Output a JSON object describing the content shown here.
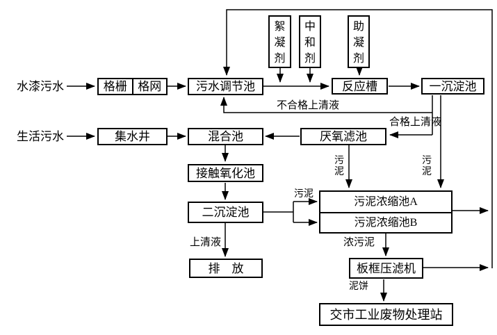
{
  "diagram": {
    "sources": {
      "paint_wastewater": "水漆污水",
      "domestic_wastewater": "生活污水"
    },
    "nodes": {
      "bar_screen": "格栅",
      "mesh_screen": "格网",
      "regulating_tank": "污水调节池",
      "flocculant": "絮凝剂",
      "neutralizer": "中和剂",
      "coagulant_aid": "助凝剂",
      "reaction_tank": "反应槽",
      "primary_sedimentation_tank": "一沉淀池",
      "collecting_well": "集水井",
      "mixing_tank": "混合池",
      "anaerobic_filter": "厌氧滤池",
      "contact_oxidation_tank": "接触氧化池",
      "secondary_sedimentation_tank": "二沉淀池",
      "sludge_thickener_a": "污泥浓缩池A",
      "sludge_thickener_b": "污泥浓缩池B",
      "discharge": "排　放",
      "filter_press": "板框压滤机",
      "waste_station": "交市工业废物处理站"
    },
    "flow_labels": {
      "unqualified_supernatant": "不合格上清液",
      "qualified_supernatant": "合格上清液",
      "sludge_from_anaerobic": "污泥",
      "sludge_from_primary": "污泥",
      "sludge_from_secondary": "污泥",
      "supernatant": "上清液",
      "concentrated_sludge": "浓污泥",
      "mud_cake": "泥饼"
    },
    "colors": {
      "line": "#000000",
      "background": "#ffffff"
    }
  }
}
